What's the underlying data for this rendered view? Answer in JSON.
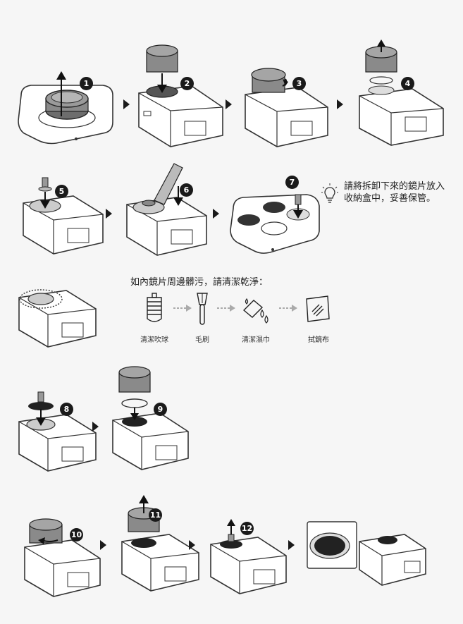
{
  "steps": [
    "1",
    "2",
    "3",
    "4",
    "5",
    "6",
    "7",
    "8",
    "9",
    "10",
    "11",
    "12"
  ],
  "tip": "請將拆卸下來的鏡片放入收納盒中，妥善保管。",
  "clean": {
    "title": "如內鏡片周邊髒污，請清潔乾淨：",
    "tools": [
      "清潔吹球",
      "毛刷",
      "清潔濕巾",
      "拭鏡布"
    ]
  },
  "icons": [
    "lightbulb-icon",
    "blower-icon",
    "brush-icon",
    "wet-wipe-icon",
    "lens-cloth-icon"
  ]
}
